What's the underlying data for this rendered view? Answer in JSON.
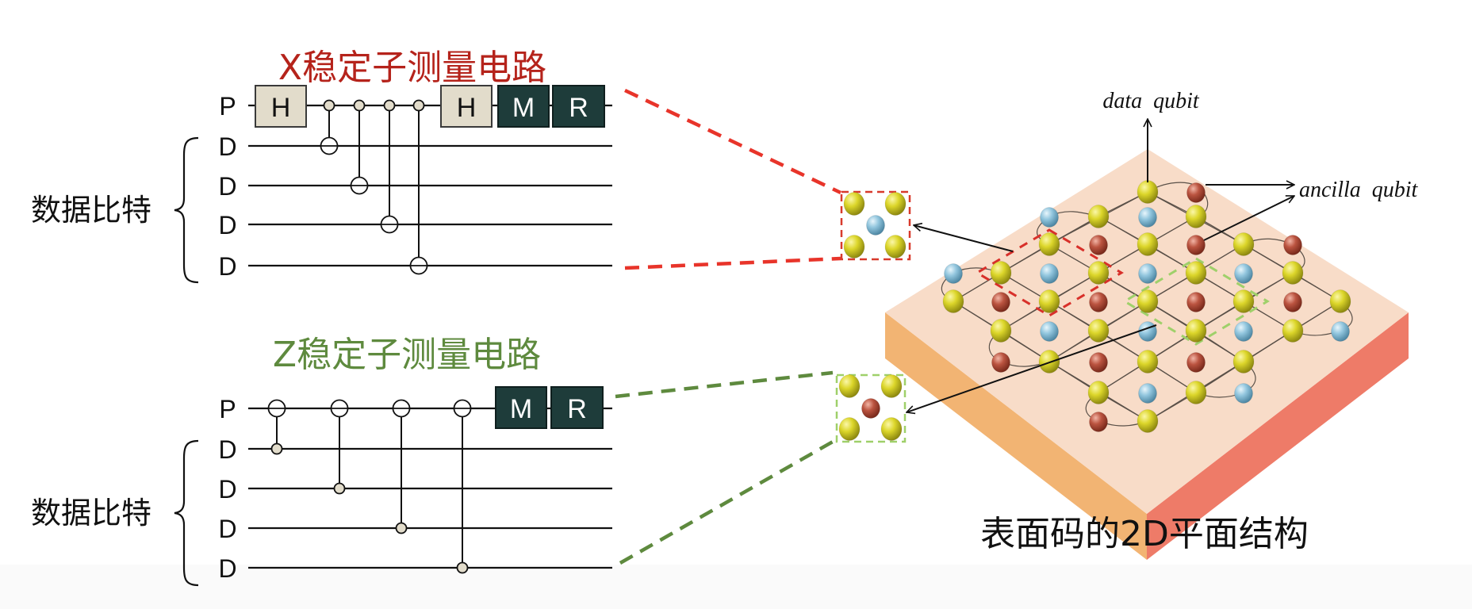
{
  "x_circuit": {
    "title": "X稳定子测量电路",
    "title_color": "#b5231b",
    "data_qubits_label": "数据比特",
    "wires": [
      {
        "label": "P",
        "role": "ancilla"
      },
      {
        "label": "D",
        "role": "data"
      },
      {
        "label": "D",
        "role": "data"
      },
      {
        "label": "D",
        "role": "data"
      },
      {
        "label": "D",
        "role": "data"
      }
    ],
    "gates_before": [
      {
        "label": "H",
        "type": "hadamard"
      }
    ],
    "cnots": [
      {
        "control": 0,
        "target": 1
      },
      {
        "control": 0,
        "target": 2
      },
      {
        "control": 0,
        "target": 3
      },
      {
        "control": 0,
        "target": 4
      }
    ],
    "gates_after": [
      {
        "label": "H",
        "type": "hadamard"
      },
      {
        "label": "M",
        "type": "measure"
      },
      {
        "label": "R",
        "type": "reset"
      }
    ],
    "connector_color": "#e8342a"
  },
  "z_circuit": {
    "title": "Z稳定子测量电路",
    "title_color": "#5e8a3e",
    "data_qubits_label": "数据比特",
    "wires": [
      {
        "label": "P",
        "role": "ancilla"
      },
      {
        "label": "D",
        "role": "data"
      },
      {
        "label": "D",
        "role": "data"
      },
      {
        "label": "D",
        "role": "data"
      },
      {
        "label": "D",
        "role": "data"
      }
    ],
    "cnots": [
      {
        "control": 1,
        "target": 0
      },
      {
        "control": 2,
        "target": 0
      },
      {
        "control": 3,
        "target": 0
      },
      {
        "control": 4,
        "target": 0
      }
    ],
    "gates_after": [
      {
        "label": "M",
        "type": "measure"
      },
      {
        "label": "R",
        "type": "reset"
      }
    ],
    "connector_color": "#5e8a3e"
  },
  "lattice": {
    "data_qubit_label": "data  qubit",
    "ancilla_qubit_label": "ancilla  qubit",
    "caption": "表面码的2D平面结构",
    "colors": {
      "data": "#d8d424",
      "x_ancilla": "#8fc4dc",
      "z_ancilla": "#b8503c",
      "top_face": "#f8dcc8",
      "left_face": "#f2b473",
      "right_face": "#ee7b68"
    },
    "rows": [
      "....Y.Z..",
      "..X.Y.X.Y",
      "..Y.Z.Y.Z",
      "YX.Y.X.Y.X.Y.X",
      "Y.Z.Y.Z.Y.Z.Y.Z.Y",
      "..Y.X.Y.X.Y.X.Y.X",
      "..Z.Y.Z.Y.Z.Y",
      "......Y.X.Y.X",
      "......Z.Y"
    ],
    "grid": [
      [
        "",
        "",
        "",
        "",
        "D",
        "Z",
        "",
        "",
        ""
      ],
      [
        "",
        "",
        "X",
        "D",
        "X",
        "D",
        "",
        "",
        ""
      ],
      [
        "",
        "",
        "D",
        "Z",
        "D",
        "Z",
        "D",
        "Z",
        ""
      ],
      [
        "X",
        "D",
        "X",
        "D",
        "X",
        "D",
        "X",
        "D",
        ""
      ],
      [
        "D",
        "Z",
        "D",
        "Z",
        "D",
        "Z",
        "D",
        "Z",
        "D"
      ],
      [
        "",
        "D",
        "X",
        "D",
        "X",
        "D",
        "X",
        "D",
        "X"
      ],
      [
        "",
        "Z",
        "D",
        "Z",
        "D",
        "Z",
        "D",
        "",
        ""
      ],
      [
        "",
        "",
        "",
        "D",
        "X",
        "D",
        "X",
        "",
        ""
      ],
      [
        "",
        "",
        "",
        "Z",
        "D",
        "",
        "",
        "",
        ""
      ]
    ],
    "x_stabilizer_zoom": {
      "corners": "D",
      "center": "X"
    },
    "z_stabilizer_zoom": {
      "corners": "D",
      "center": "Z"
    }
  }
}
